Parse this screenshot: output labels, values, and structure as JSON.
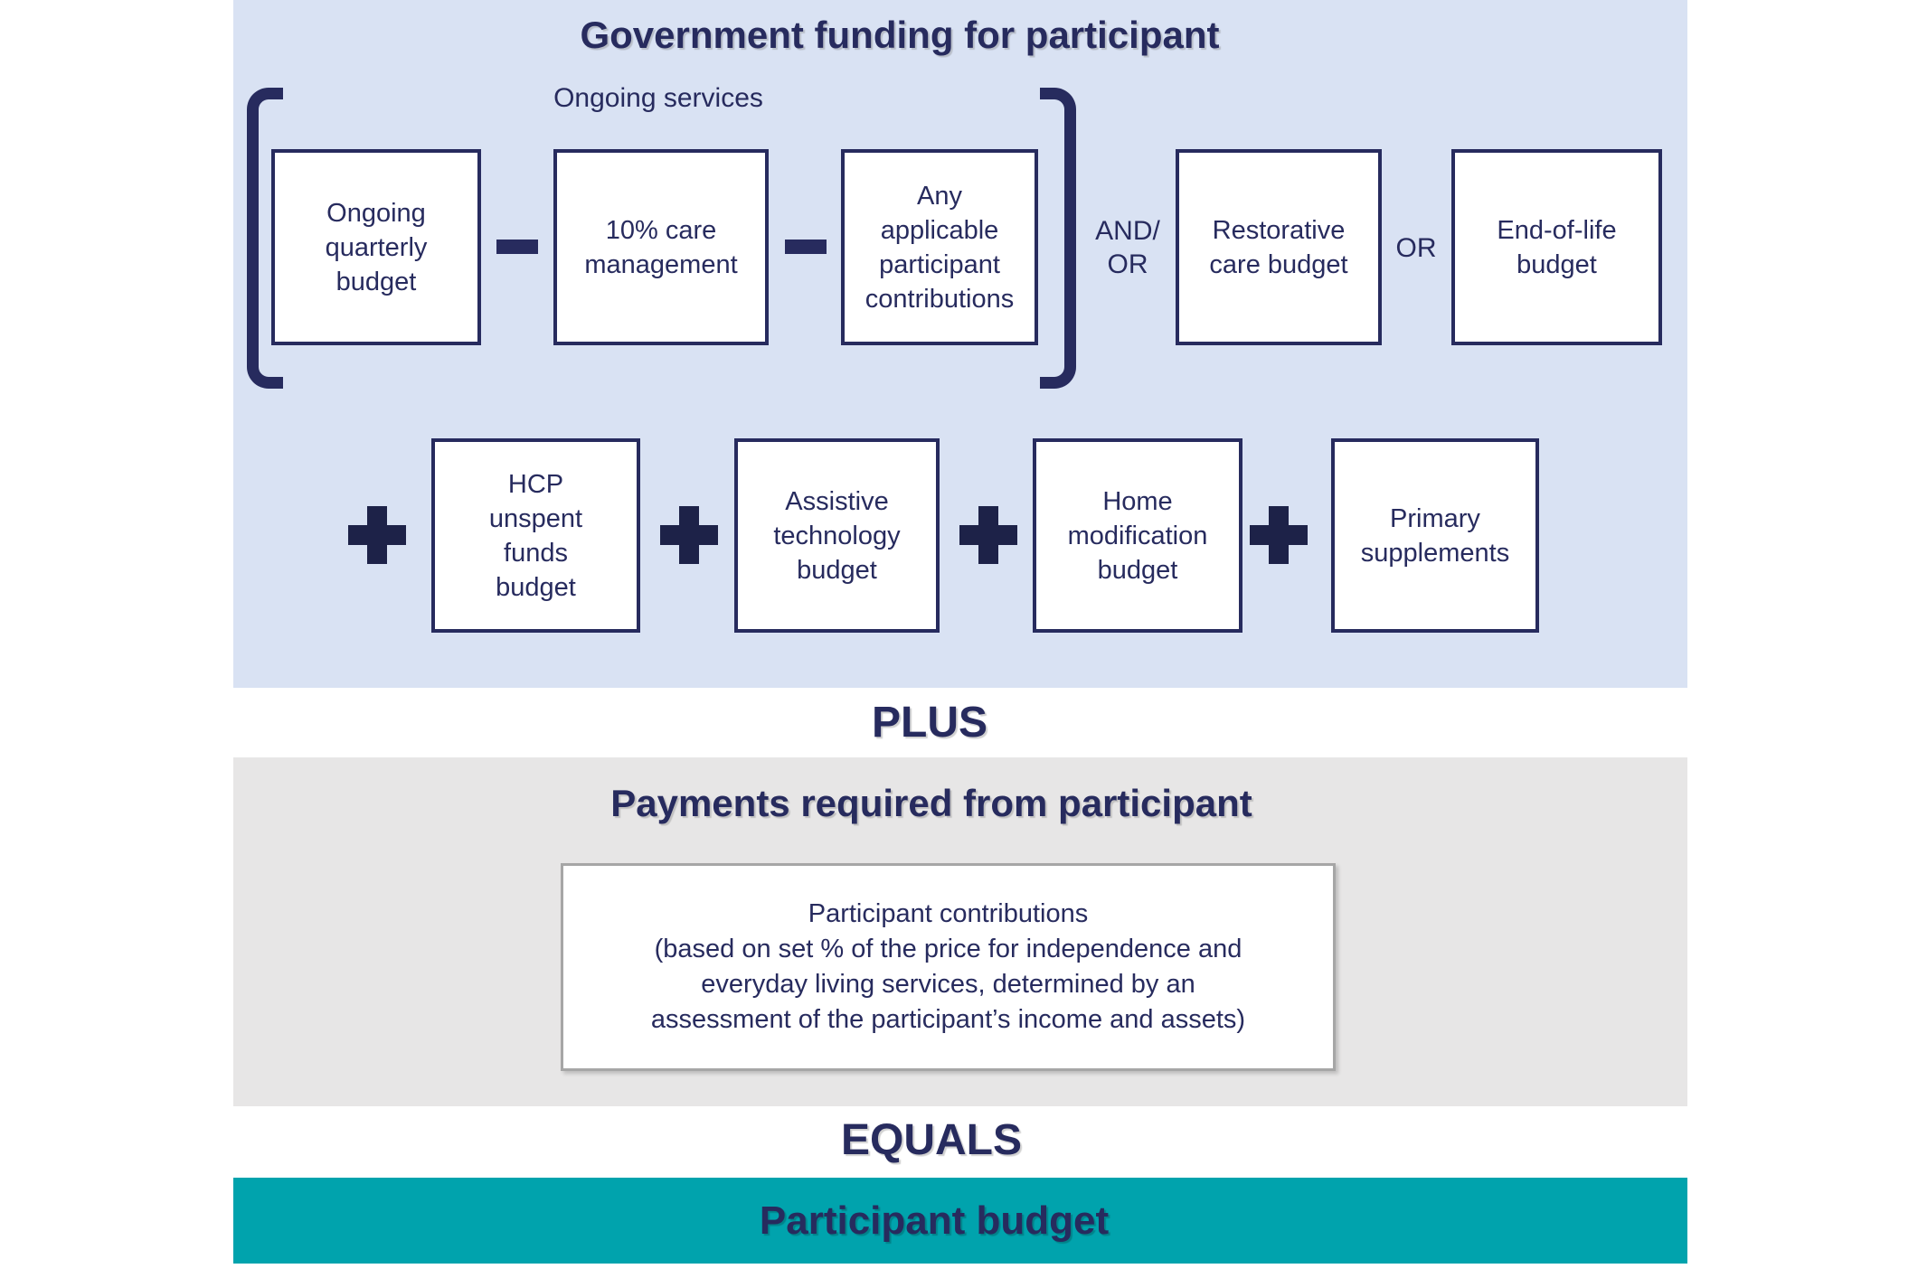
{
  "colors": {
    "navy": "#272b5e",
    "light_blue_bg": "#d9e2f3",
    "gray_bg": "#e7e6e6",
    "teal_bg": "#00a3ad",
    "inner_box_border": "#a6a6a6"
  },
  "government_funding": {
    "title": "Government funding for participant",
    "ongoing_services_label": "Ongoing services",
    "row1": {
      "boxes": [
        "Ongoing quarterly budget",
        "10% care management",
        "Any applicable participant contributions",
        "Restorative care budget",
        "End-of-life budget"
      ],
      "and_or_line1": "AND/",
      "and_or_line2": "OR",
      "or_label": "OR"
    },
    "row2": {
      "boxes": [
        "HCP unspent funds budget",
        "Assistive technology budget",
        "Home modification budget",
        "Primary supplements"
      ]
    }
  },
  "connectors": {
    "plus_label": "PLUS",
    "equals_label": "EQUALS"
  },
  "payments": {
    "title": "Payments required from participant",
    "contribution_lines": [
      "Participant contributions",
      "(based on set % of the price for independence and",
      "everyday living services, determined by an",
      "assessment of the participant’s income and assets)"
    ]
  },
  "result": {
    "label": "Participant budget"
  }
}
